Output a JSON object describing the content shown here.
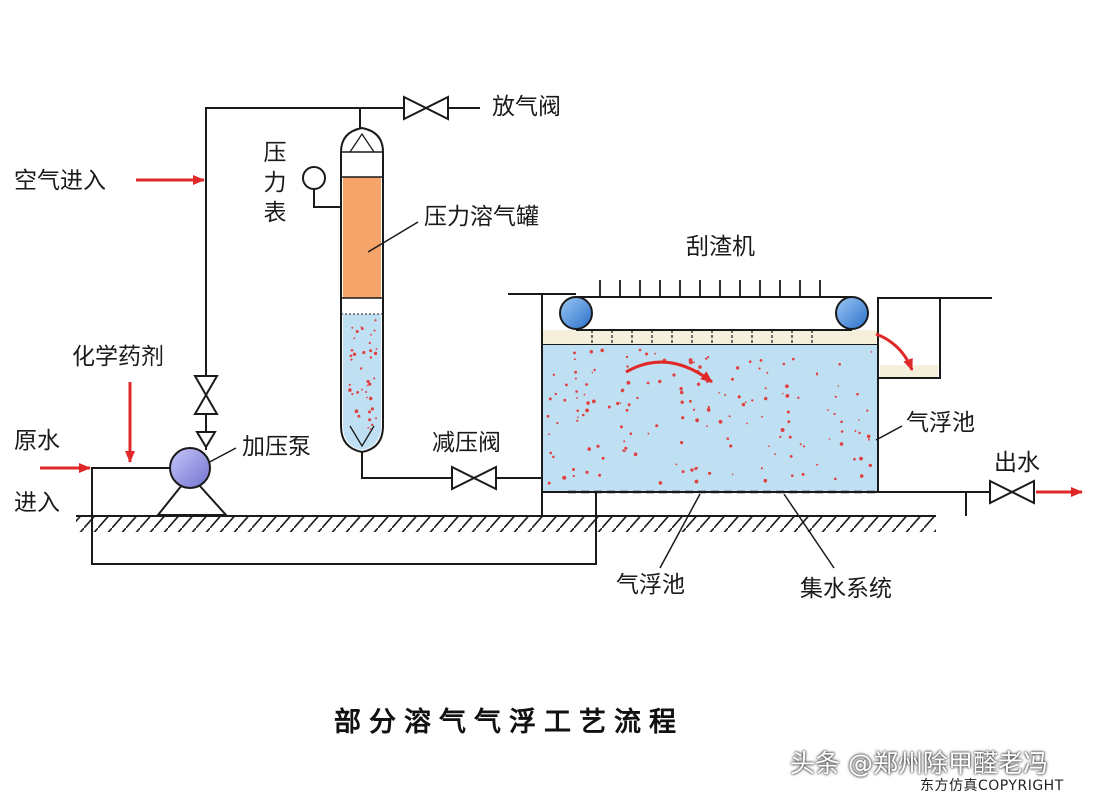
{
  "diagram": {
    "title": "部分溶气气浮工艺流程",
    "labels": {
      "air_inlet": "空气进入",
      "vent_valve": "放气阀",
      "pressure_gauge": "压力表",
      "pressure_tank": "压力溶气罐",
      "scraper": "刮渣机",
      "chemical_agent": "化学药剂",
      "raw_water": "原水",
      "raw_water_inlet": "进入",
      "booster_pump": "加压泵",
      "pressure_reducing_valve": "减压阀",
      "flotation_tank_right": "气浮池",
      "outlet_water": "出水",
      "flotation_tank_bottom": "气浮池",
      "collection_system": "集水系统"
    }
  },
  "watermark": {
    "source": "头条 @郑州除甲醛老冯",
    "copyright": "东方仿真COPYRIGHT"
  },
  "colors": {
    "line": "#1a1a1a",
    "arrow": "#e02828",
    "water": "#bfe0f2",
    "tank_orange": "#f5a46a",
    "pump": "#9a9ae6",
    "roller": "#4a90e2",
    "bubble": "#e04040"
  }
}
